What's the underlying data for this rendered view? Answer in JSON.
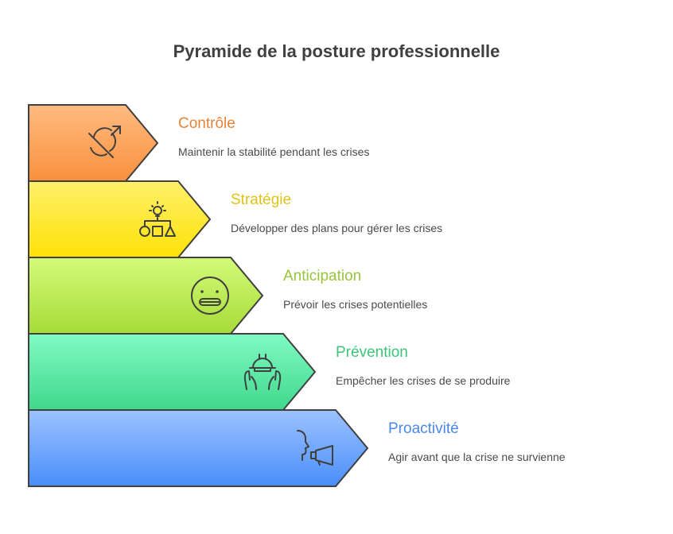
{
  "title": "Pyramide de la posture professionnelle",
  "levels": [
    {
      "title": "Contrôle",
      "description": "Maintenir la stabilité pendant les crises",
      "icon": "control-icon",
      "title_color": "#E8823A",
      "fill_top": "#FFBA80",
      "fill_bottom": "#F9913E"
    },
    {
      "title": "Stratégie",
      "description": "Développer des plans pour gérer les crises",
      "icon": "strategy-icon",
      "title_color": "#E0C31A",
      "fill_top": "#FFF06A",
      "fill_bottom": "#FFE208"
    },
    {
      "title": "Anticipation",
      "description": "Prévoir les crises potentielles",
      "icon": "grimace-face-icon",
      "title_color": "#98C43A",
      "fill_top": "#D3FA78",
      "fill_bottom": "#A6DC38"
    },
    {
      "title": "Prévention",
      "description": "Empêcher les crises de se produire",
      "icon": "hands-helmet-icon",
      "title_color": "#3CC47A",
      "fill_top": "#80FAC4",
      "fill_bottom": "#40D88C"
    },
    {
      "title": "Proactivité",
      "description": "Agir avant que la crise ne survienne",
      "icon": "megaphone-speaker-icon",
      "title_color": "#4A88EE",
      "fill_top": "#9CC2FF",
      "fill_bottom": "#4A8EFA"
    }
  ]
}
